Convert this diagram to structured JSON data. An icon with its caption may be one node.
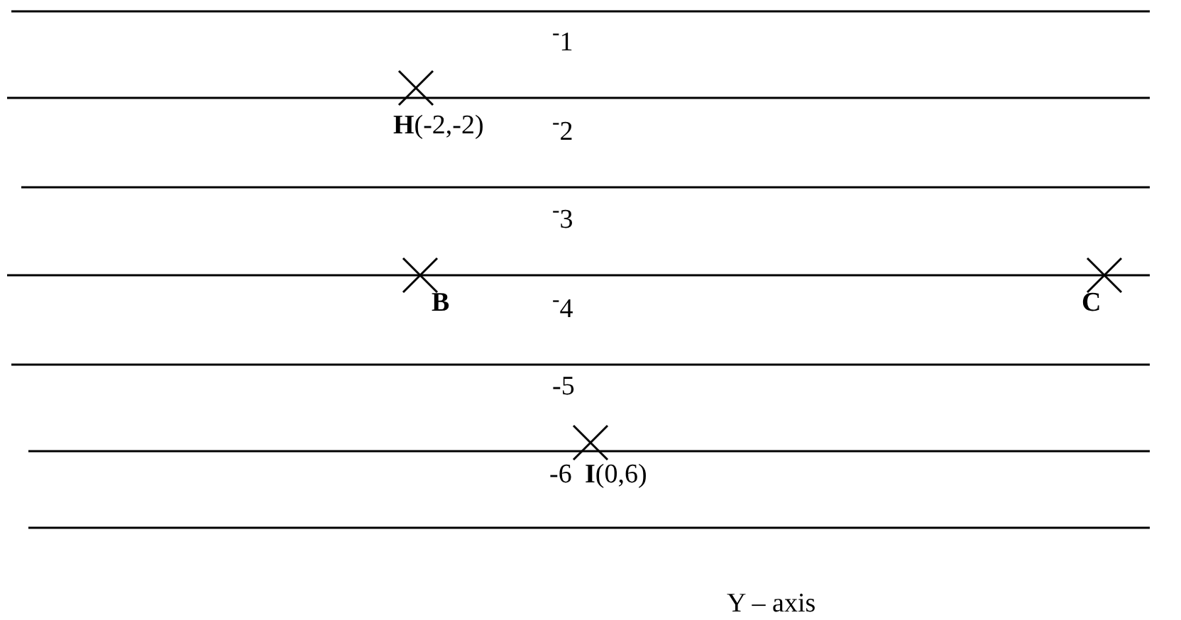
{
  "diagram": {
    "labels": [
      "$^{-}$1",
      "**H**(-2,-2)",
      "$^{-}$2",
      "$^{-}$3",
      "B",
      "$^{-}$4",
      "C",
      "-5",
      "-6",
      "**I**(0,6)",
      "Y – axis"
    ]
  }
}
